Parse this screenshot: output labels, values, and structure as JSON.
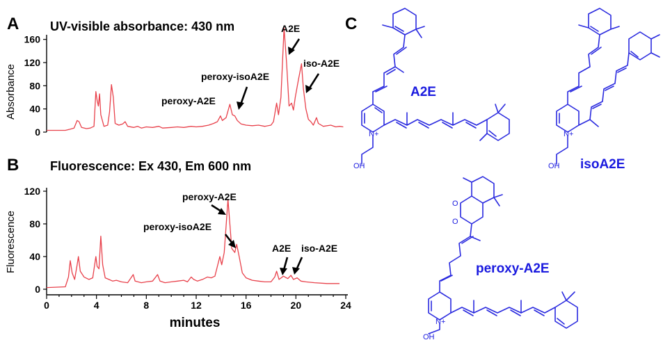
{
  "panels": {
    "a_letter": "A",
    "b_letter": "B",
    "c_letter": "C"
  },
  "colors": {
    "trace": "#e8404a",
    "structure": "#1a1adf",
    "arrow": "#000000"
  },
  "chart_data": [
    {
      "type": "line",
      "title": "UV-visible absorbance: 430 nm",
      "ylabel": "Absorbance",
      "xlabel": "",
      "xlim": [
        0,
        24
      ],
      "ylim": [
        0,
        180
      ],
      "yticks": [
        "0",
        "40",
        "80",
        "120",
        "160"
      ],
      "ytick_values": [
        0,
        40,
        80,
        120,
        160
      ],
      "grid": false,
      "series": [
        {
          "values": [
            [
              0,
              3
            ],
            [
              1.5,
              3
            ],
            [
              1.9,
              5
            ],
            [
              2.2,
              7
            ],
            [
              2.45,
              20
            ],
            [
              2.6,
              18
            ],
            [
              2.8,
              8
            ],
            [
              3.2,
              6
            ],
            [
              3.5,
              7
            ],
            [
              3.8,
              10
            ],
            [
              3.95,
              70
            ],
            [
              4.05,
              55
            ],
            [
              4.15,
              45
            ],
            [
              4.25,
              66
            ],
            [
              4.35,
              30
            ],
            [
              4.6,
              10
            ],
            [
              4.9,
              12
            ],
            [
              5.05,
              35
            ],
            [
              5.2,
              82
            ],
            [
              5.35,
              60
            ],
            [
              5.5,
              15
            ],
            [
              5.8,
              12
            ],
            [
              6.1,
              14
            ],
            [
              6.3,
              18
            ],
            [
              6.5,
              10
            ],
            [
              7.0,
              8
            ],
            [
              7.3,
              10
            ],
            [
              7.6,
              7
            ],
            [
              8.0,
              9
            ],
            [
              8.5,
              8
            ],
            [
              9.0,
              10
            ],
            [
              9.3,
              7
            ],
            [
              10,
              8
            ],
            [
              10.5,
              9
            ],
            [
              11,
              8
            ],
            [
              11.6,
              10
            ],
            [
              12,
              9
            ],
            [
              12.5,
              10
            ],
            [
              13,
              12
            ],
            [
              13.4,
              15
            ],
            [
              13.7,
              18
            ],
            [
              13.95,
              28
            ],
            [
              14.1,
              20
            ],
            [
              14.4,
              25
            ],
            [
              14.7,
              48
            ],
            [
              14.9,
              30
            ],
            [
              15.1,
              28
            ],
            [
              15.3,
              20
            ],
            [
              15.6,
              14
            ],
            [
              16,
              12
            ],
            [
              16.5,
              11
            ],
            [
              17,
              12
            ],
            [
              17.5,
              10
            ],
            [
              18,
              12
            ],
            [
              18.2,
              18
            ],
            [
              18.45,
              50
            ],
            [
              18.6,
              30
            ],
            [
              18.8,
              60
            ],
            [
              19.05,
              180
            ],
            [
              19.25,
              120
            ],
            [
              19.45,
              45
            ],
            [
              19.65,
              50
            ],
            [
              19.8,
              38
            ],
            [
              19.95,
              60
            ],
            [
              20.2,
              90
            ],
            [
              20.45,
              118
            ],
            [
              20.6,
              75
            ],
            [
              20.8,
              40
            ],
            [
              21.0,
              22
            ],
            [
              21.2,
              18
            ],
            [
              21.4,
              12
            ],
            [
              21.65,
              25
            ],
            [
              21.8,
              15
            ],
            [
              22.2,
              10
            ],
            [
              22.8,
              12
            ],
            [
              23.2,
              9
            ],
            [
              23.5,
              10
            ],
            [
              23.8,
              9
            ]
          ]
        }
      ],
      "annotations": [
        "A2E",
        "peroxy-isoA2E",
        "iso-A2E",
        "peroxy-A2E"
      ]
    },
    {
      "type": "line",
      "title": "Fluorescence: Ex 430, Em 600  nm",
      "ylabel": "Fluorescence",
      "xlabel": "minutes",
      "xlim": [
        0,
        24
      ],
      "ylim": [
        0,
        120
      ],
      "yticks": [
        "0",
        "40",
        "80",
        "120"
      ],
      "ytick_values": [
        0,
        40,
        80,
        120
      ],
      "xticks": [
        "0",
        "4",
        "8",
        "12",
        "16",
        "20",
        "24"
      ],
      "xtick_values": [
        0,
        4,
        8,
        12,
        16,
        20,
        24
      ],
      "grid": false,
      "series": [
        {
          "values": [
            [
              0,
              2
            ],
            [
              1.5,
              3
            ],
            [
              1.75,
              15
            ],
            [
              1.9,
              35
            ],
            [
              2.05,
              20
            ],
            [
              2.25,
              12
            ],
            [
              2.45,
              30
            ],
            [
              2.55,
              40
            ],
            [
              2.7,
              22
            ],
            [
              3.0,
              15
            ],
            [
              3.4,
              12
            ],
            [
              3.7,
              14
            ],
            [
              3.95,
              40
            ],
            [
              4.05,
              28
            ],
            [
              4.2,
              25
            ],
            [
              4.35,
              65
            ],
            [
              4.5,
              30
            ],
            [
              4.7,
              14
            ],
            [
              5.0,
              12
            ],
            [
              5.3,
              10
            ],
            [
              5.6,
              11
            ],
            [
              6.0,
              9
            ],
            [
              6.5,
              8
            ],
            [
              6.95,
              18
            ],
            [
              7.1,
              10
            ],
            [
              7.6,
              8
            ],
            [
              8.0,
              9
            ],
            [
              8.5,
              10
            ],
            [
              8.9,
              18
            ],
            [
              9.1,
              10
            ],
            [
              9.5,
              8
            ],
            [
              10,
              9
            ],
            [
              10.5,
              10
            ],
            [
              11,
              11
            ],
            [
              11.3,
              9
            ],
            [
              11.6,
              15
            ],
            [
              11.8,
              12
            ],
            [
              12.1,
              10
            ],
            [
              12.5,
              12
            ],
            [
              12.9,
              15
            ],
            [
              13.2,
              14
            ],
            [
              13.5,
              16
            ],
            [
              13.9,
              40
            ],
            [
              14.05,
              30
            ],
            [
              14.25,
              45
            ],
            [
              14.55,
              110
            ],
            [
              14.7,
              80
            ],
            [
              14.85,
              50
            ],
            [
              15.1,
              45
            ],
            [
              15.25,
              55
            ],
            [
              15.45,
              40
            ],
            [
              15.7,
              20
            ],
            [
              16,
              14
            ],
            [
              16.5,
              11
            ],
            [
              17,
              10
            ],
            [
              17.5,
              9
            ],
            [
              18,
              9
            ],
            [
              18.3,
              15
            ],
            [
              18.45,
              22
            ],
            [
              18.65,
              12
            ],
            [
              19.0,
              16
            ],
            [
              19.35,
              13
            ],
            [
              19.6,
              17
            ],
            [
              19.8,
              12
            ],
            [
              20.1,
              14
            ],
            [
              20.4,
              10
            ],
            [
              20.8,
              9
            ],
            [
              21.5,
              8
            ],
            [
              22.5,
              7
            ],
            [
              23.5,
              7
            ]
          ]
        }
      ],
      "annotations": [
        "peroxy-A2E",
        "peroxy-isoA2E",
        "A2E",
        "iso-A2E"
      ]
    }
  ],
  "structures": {
    "a2e_name": "A2E",
    "isoa2e_name": "isoA2E",
    "peroxy_name": "peroxy-A2E",
    "oh_label": "OH",
    "n_plus_label": "N+",
    "o_label": "O"
  }
}
